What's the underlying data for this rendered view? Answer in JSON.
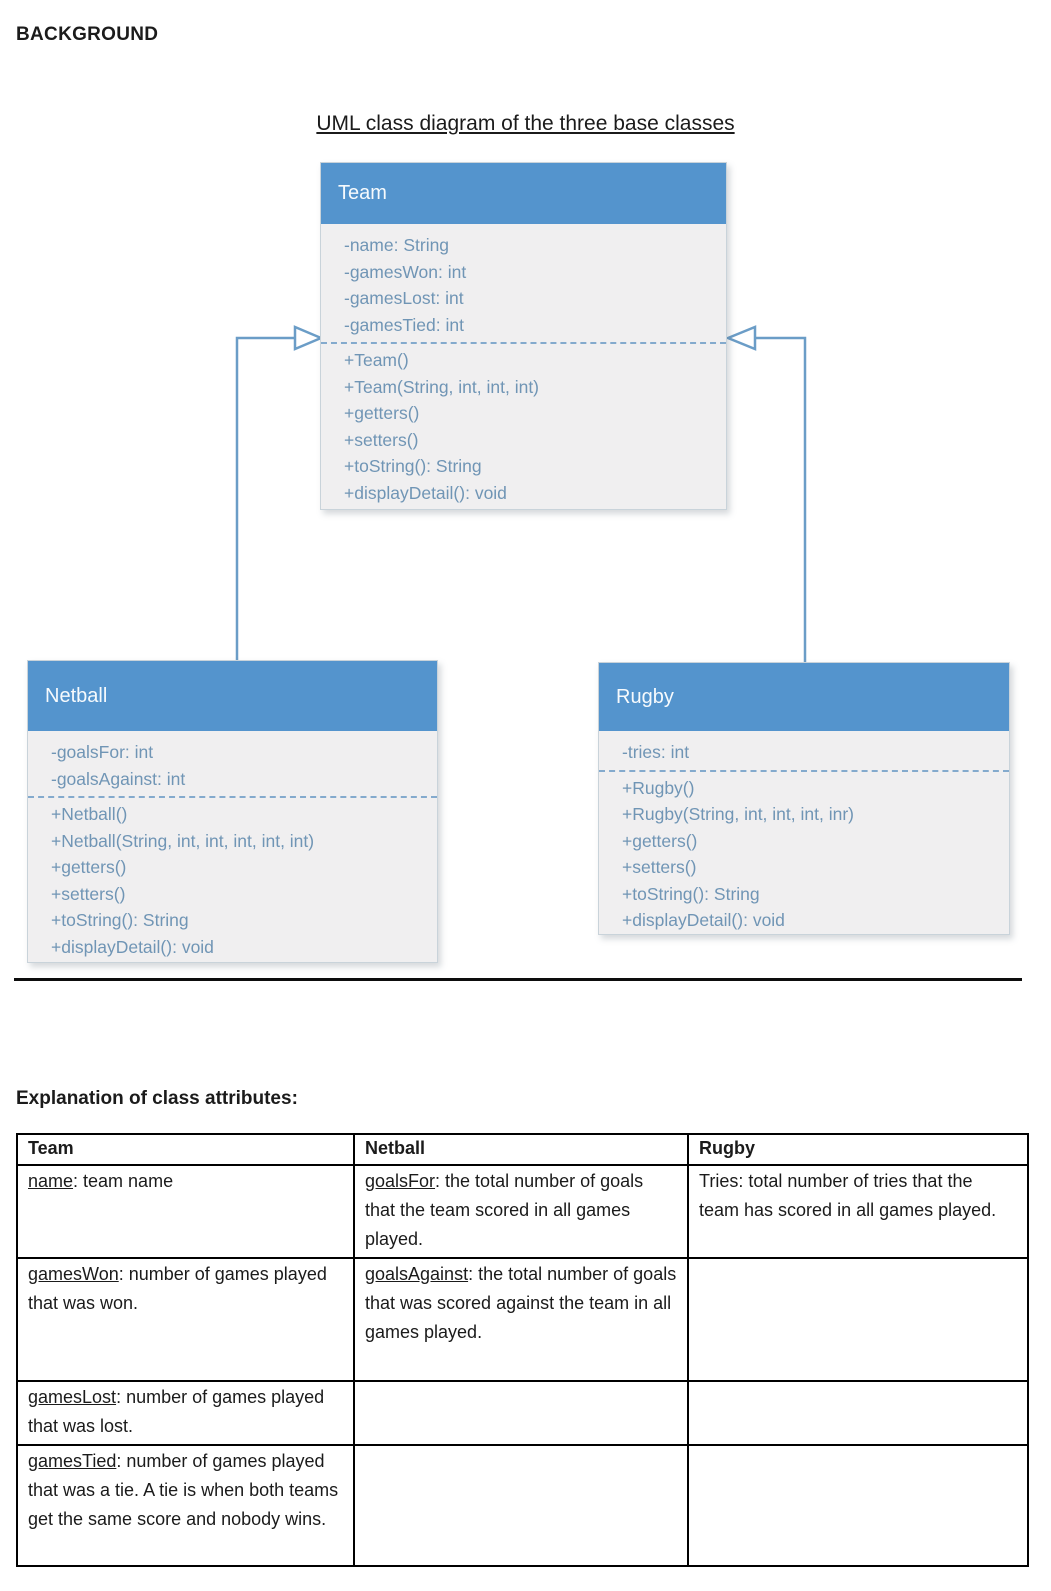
{
  "page": {
    "heading": "BACKGROUND",
    "diagram_title": "UML class diagram of the three base classes",
    "explanation_heading": "Explanation of class attributes:"
  },
  "colors": {
    "class_header_bg": "#5494cd",
    "class_body_bg": "#f0eff0",
    "class_text": "#7095b5",
    "connector": "#6b9dc7",
    "divider": "#0d0d0d",
    "table_border": "#000000"
  },
  "uml_classes": [
    {
      "name": "Team",
      "attributes": [
        "-name: String",
        "-gamesWon: int",
        "-gamesLost: int",
        "-gamesTied: int"
      ],
      "methods": [
        "+Team()",
        "+Team(String, int, int, int)",
        "+getters()",
        "+setters()",
        "+toString(): String",
        "+displayDetail(): void"
      ]
    },
    {
      "name": "Netball",
      "attributes": [
        "-goalsFor: int",
        "-goalsAgainst: int"
      ],
      "methods": [
        "+Netball()",
        "+Netball(String, int, int, int, int, int)",
        "+getters()",
        "+setters()",
        "+toString(): String",
        "+displayDetail(): void"
      ]
    },
    {
      "name": "Rugby",
      "attributes": [
        "-tries: int"
      ],
      "methods": [
        "+Rugby()",
        "+Rugby(String, int, int, int, inr)",
        "+getters()",
        "+setters()",
        "+toString(): String",
        "+displayDetail(): void"
      ]
    }
  ],
  "table": {
    "headers": [
      "Team",
      "Netball",
      "Rugby"
    ],
    "rows": [
      [
        {
          "term": "name",
          "underline": true,
          "rest": ": team name"
        },
        {
          "term": "goalsFor",
          "underline": true,
          "rest": ": the total number of goals that the team scored in all games played."
        },
        {
          "term": "Tries",
          "underline": false,
          "rest": ": total number of tries that the team has scored in all games played."
        }
      ],
      [
        {
          "term": "gamesWon",
          "underline": true,
          "rest": ": number of games played that was won."
        },
        {
          "term": "goalsAgainst",
          "underline": true,
          "rest": ": the total number of goals that was scored against the team in all games played."
        },
        null
      ],
      [
        {
          "term": "gamesLost",
          "underline": true,
          "rest": ": number of games played that was lost."
        },
        null,
        null
      ],
      [
        {
          "term": "gamesTied",
          "underline": true,
          "rest": ": number of games played that was a tie. A tie is when both teams get the same score and nobody wins."
        },
        null,
        null
      ]
    ]
  }
}
